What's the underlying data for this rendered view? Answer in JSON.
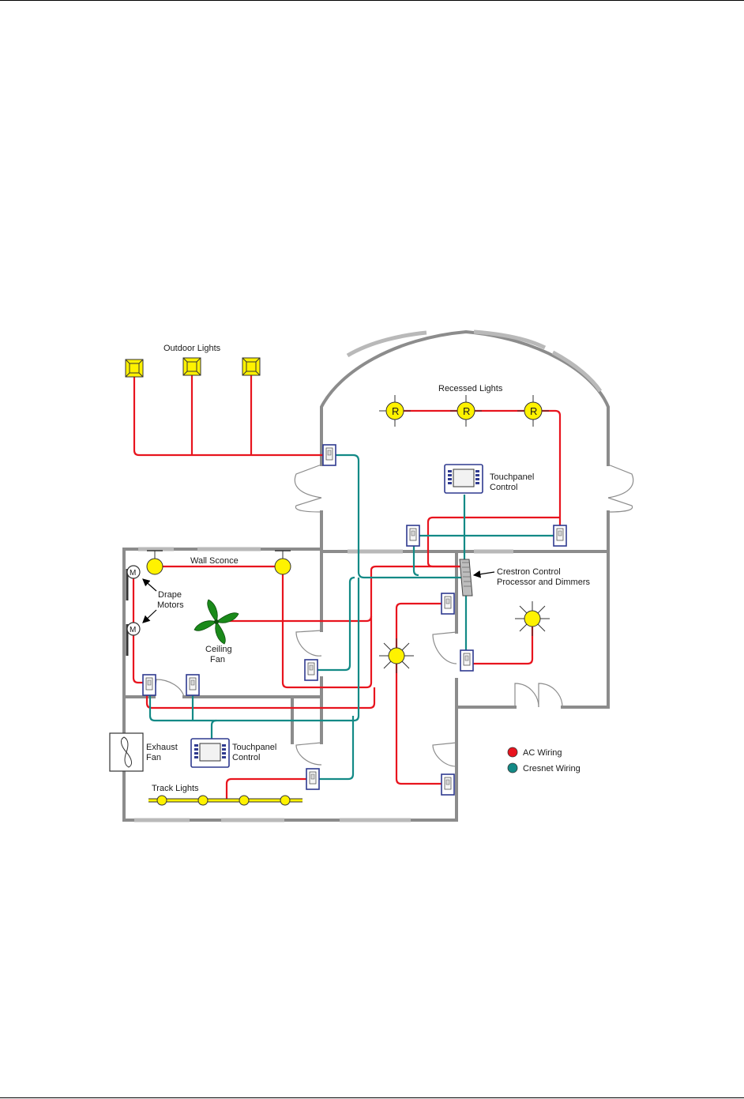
{
  "labels": {
    "outdoor_lights": "Outdoor Lights",
    "recessed_lights": "Recessed Lights",
    "touchpanel_upper_1": "Touchpanel",
    "touchpanel_upper_2": "Control",
    "wall_sconce": "Wall Sconce",
    "crestron_1": "Crestron Control",
    "crestron_2": "Processor and Dimmers",
    "drape_1": "Drape",
    "drape_2": "Motors",
    "ceiling_fan_1": "Ceiling",
    "ceiling_fan_2": "Fan",
    "exhaust_fan_1": "Exhaust",
    "exhaust_fan_2": "Fan",
    "touchpanel_lower_1": "Touchpanel",
    "touchpanel_lower_2": "Control",
    "track_lights": "Track Lights",
    "recessed_symbol": "R",
    "motor_symbol": "M"
  },
  "legend": [
    {
      "label": "AC Wiring",
      "color": "#e8141e"
    },
    {
      "label": "Cresnet Wiring",
      "color": "#138a86"
    }
  ],
  "icons": {
    "switch": "keypad-switch-icon",
    "light": "yellow-light-icon",
    "fan": "ceiling-fan-icon",
    "touchpanel": "touchpanel-icon"
  }
}
